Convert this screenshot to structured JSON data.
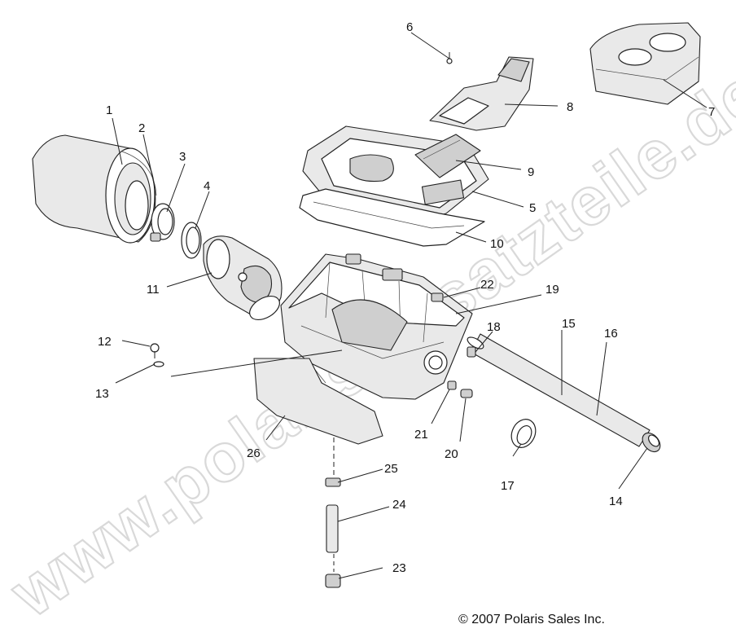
{
  "diagram": {
    "callouts": [
      "1",
      "2",
      "3",
      "4",
      "5",
      "6",
      "7",
      "8",
      "9",
      "10",
      "11",
      "12",
      "13",
      "14",
      "15",
      "16",
      "17",
      "18",
      "19",
      "20",
      "21",
      "22",
      "23",
      "24",
      "25",
      "26"
    ],
    "copyright": "© 2007 Polaris Sales Inc.",
    "watermark": "www.polaris-ersatzteile.de"
  }
}
